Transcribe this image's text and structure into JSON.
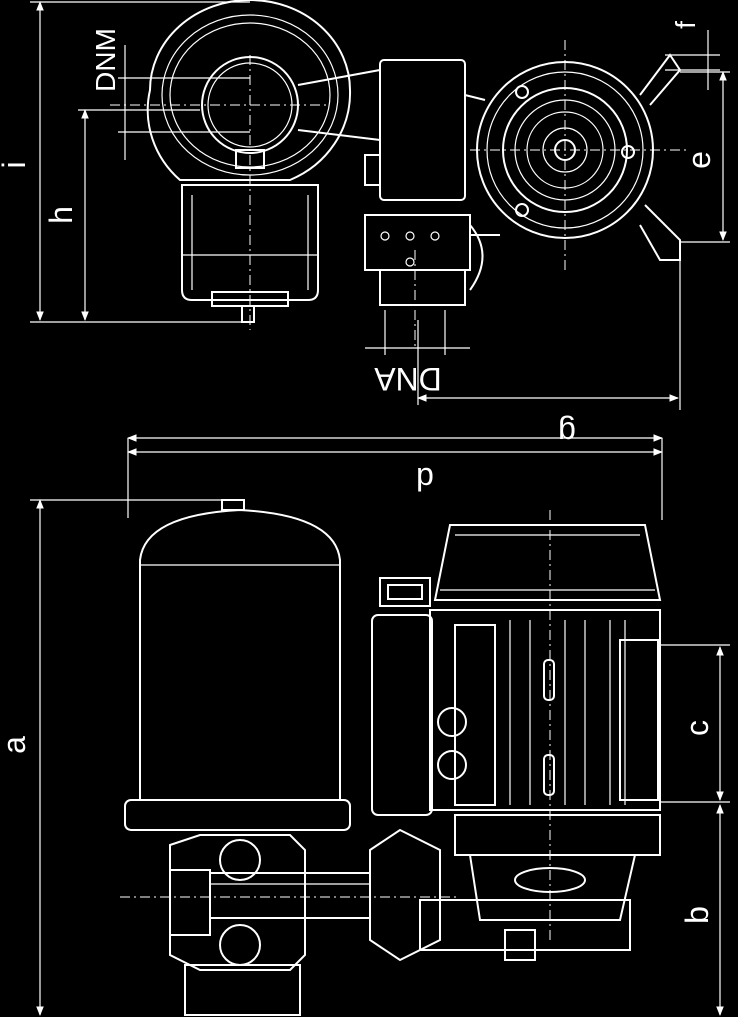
{
  "drawing": {
    "top_view": {
      "labels": {
        "dnm": "DNM",
        "f": "f",
        "i": "i",
        "h": "h",
        "e": "e",
        "dna": "DNA",
        "g": "g"
      }
    },
    "side_view": {
      "labels": {
        "d": "d",
        "a": "a",
        "c": "c",
        "b": "b"
      }
    }
  }
}
